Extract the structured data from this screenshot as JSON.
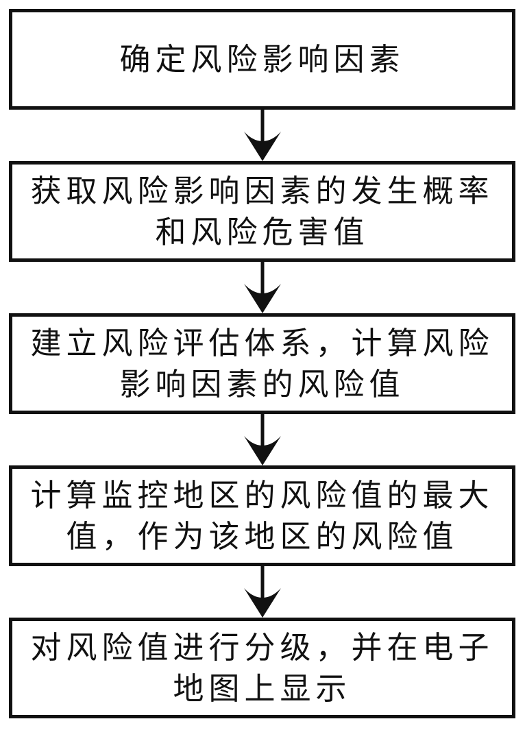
{
  "flowchart": {
    "steps": [
      {
        "text": "确定风险影响因素"
      },
      {
        "text": "获取风险影响因素的发生概率\n和风险危害值"
      },
      {
        "text": "建立风险评估体系，计算风险\n影响因素的风险值"
      },
      {
        "text": "计算监控地区的风险值的最大\n值，作为该地区的风险值"
      },
      {
        "text": "对风险值进行分级，并在电子\n地图上显示"
      }
    ],
    "colors": {
      "border": "#111111",
      "text": "#111111",
      "arrow": "#111111",
      "background": "#ffffff"
    }
  }
}
